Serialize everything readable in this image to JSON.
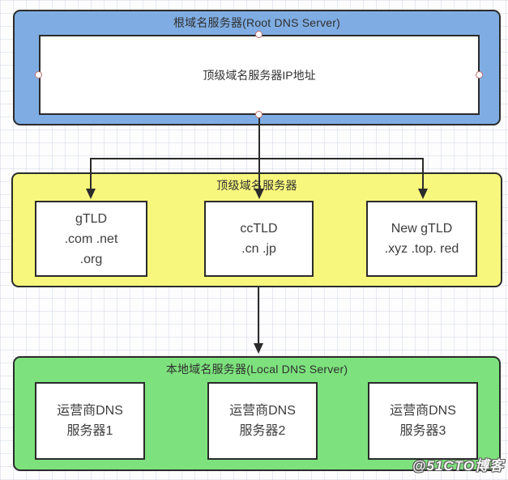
{
  "diagram": {
    "root_group": {
      "title": "根域名服务器(Root DNS Server)",
      "inner_label": "顶级域名服务器IP地址"
    },
    "tld_group": {
      "title": "顶级域名服务器",
      "boxes": [
        {
          "line1": "gTLD",
          "line2": ".com .net",
          "line3": ".org"
        },
        {
          "line1": "ccTLD",
          "line2": ".cn .jp"
        },
        {
          "line1": "New gTLD",
          "line2": ".xyz .top. red"
        }
      ]
    },
    "local_group": {
      "title": "本地域名服务器(Local DNS Server)",
      "boxes": [
        {
          "line1": "运营商DNS",
          "line2": "服务器1"
        },
        {
          "line1": "运营商DNS",
          "line2": "服务器2"
        },
        {
          "line1": "运营商DNS",
          "line2": "服务器3"
        }
      ]
    }
  },
  "watermark": "@51CTO博客",
  "colors": {
    "root_fill": "#7FADE3",
    "tld_fill": "#F7F77D",
    "local_fill": "#7DE27D",
    "border": "#2b2b2b",
    "connector": "#2b2b2b",
    "connection_point": "#C26D6D"
  }
}
